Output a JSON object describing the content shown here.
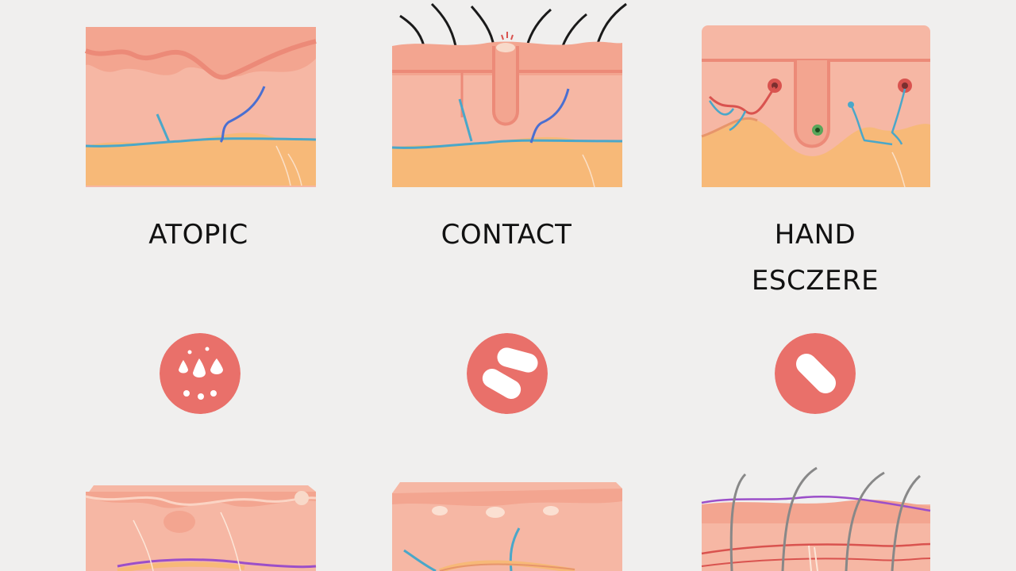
{
  "labels": {
    "atopic": "ATOPIC",
    "contact": "CONTACT",
    "hand_line1": "HAND",
    "hand_line2": "ESCZERE"
  },
  "colors": {
    "background": "#f0efee",
    "skin_top": "#f6b7a4",
    "skin_mid": "#f3a590",
    "fat_layer": "#f7b978",
    "badge": "#e9706a",
    "vein": "#4aa7c9",
    "artery": "#d9534f",
    "nerve": "#9b4fc9"
  },
  "icons": {
    "atopic_badge": "droplets-icon",
    "contact_badge": "pills-icon",
    "hand_badge": "capsule-icon"
  }
}
